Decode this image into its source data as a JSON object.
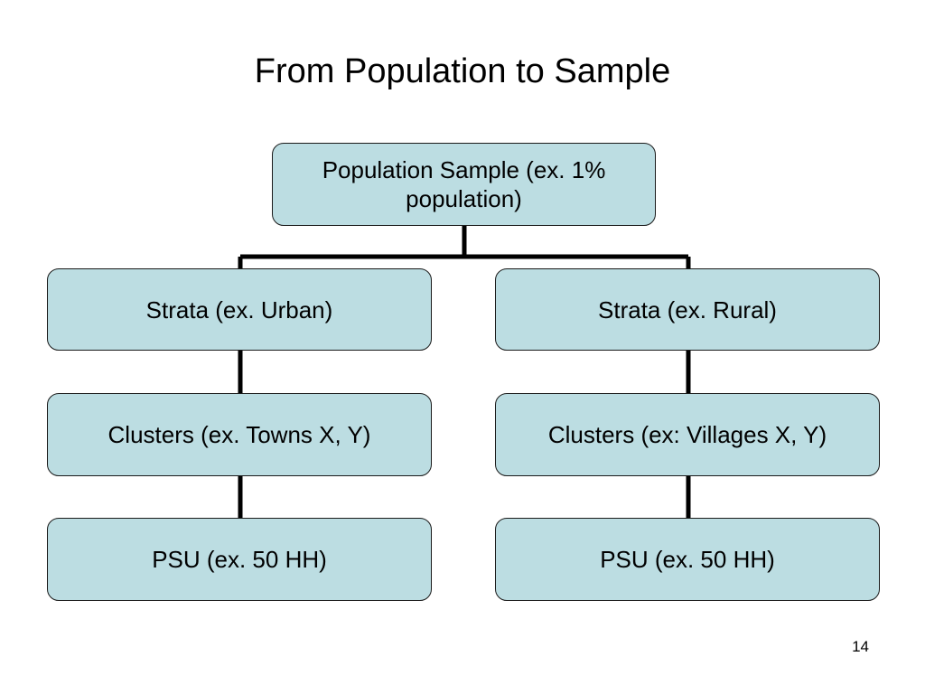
{
  "slide": {
    "title": "From Population to Sample",
    "page_number": "14"
  },
  "diagram": {
    "root": "Population Sample (ex. 1% population)",
    "branches": [
      {
        "strata": "Strata (ex. Urban)",
        "clusters": "Clusters (ex. Towns X, Y)",
        "psu": "PSU (ex. 50 HH)"
      },
      {
        "strata": "Strata (ex. Rural)",
        "clusters": "Clusters (ex: Villages X, Y)",
        "psu": "PSU (ex. 50 HH)"
      }
    ]
  }
}
